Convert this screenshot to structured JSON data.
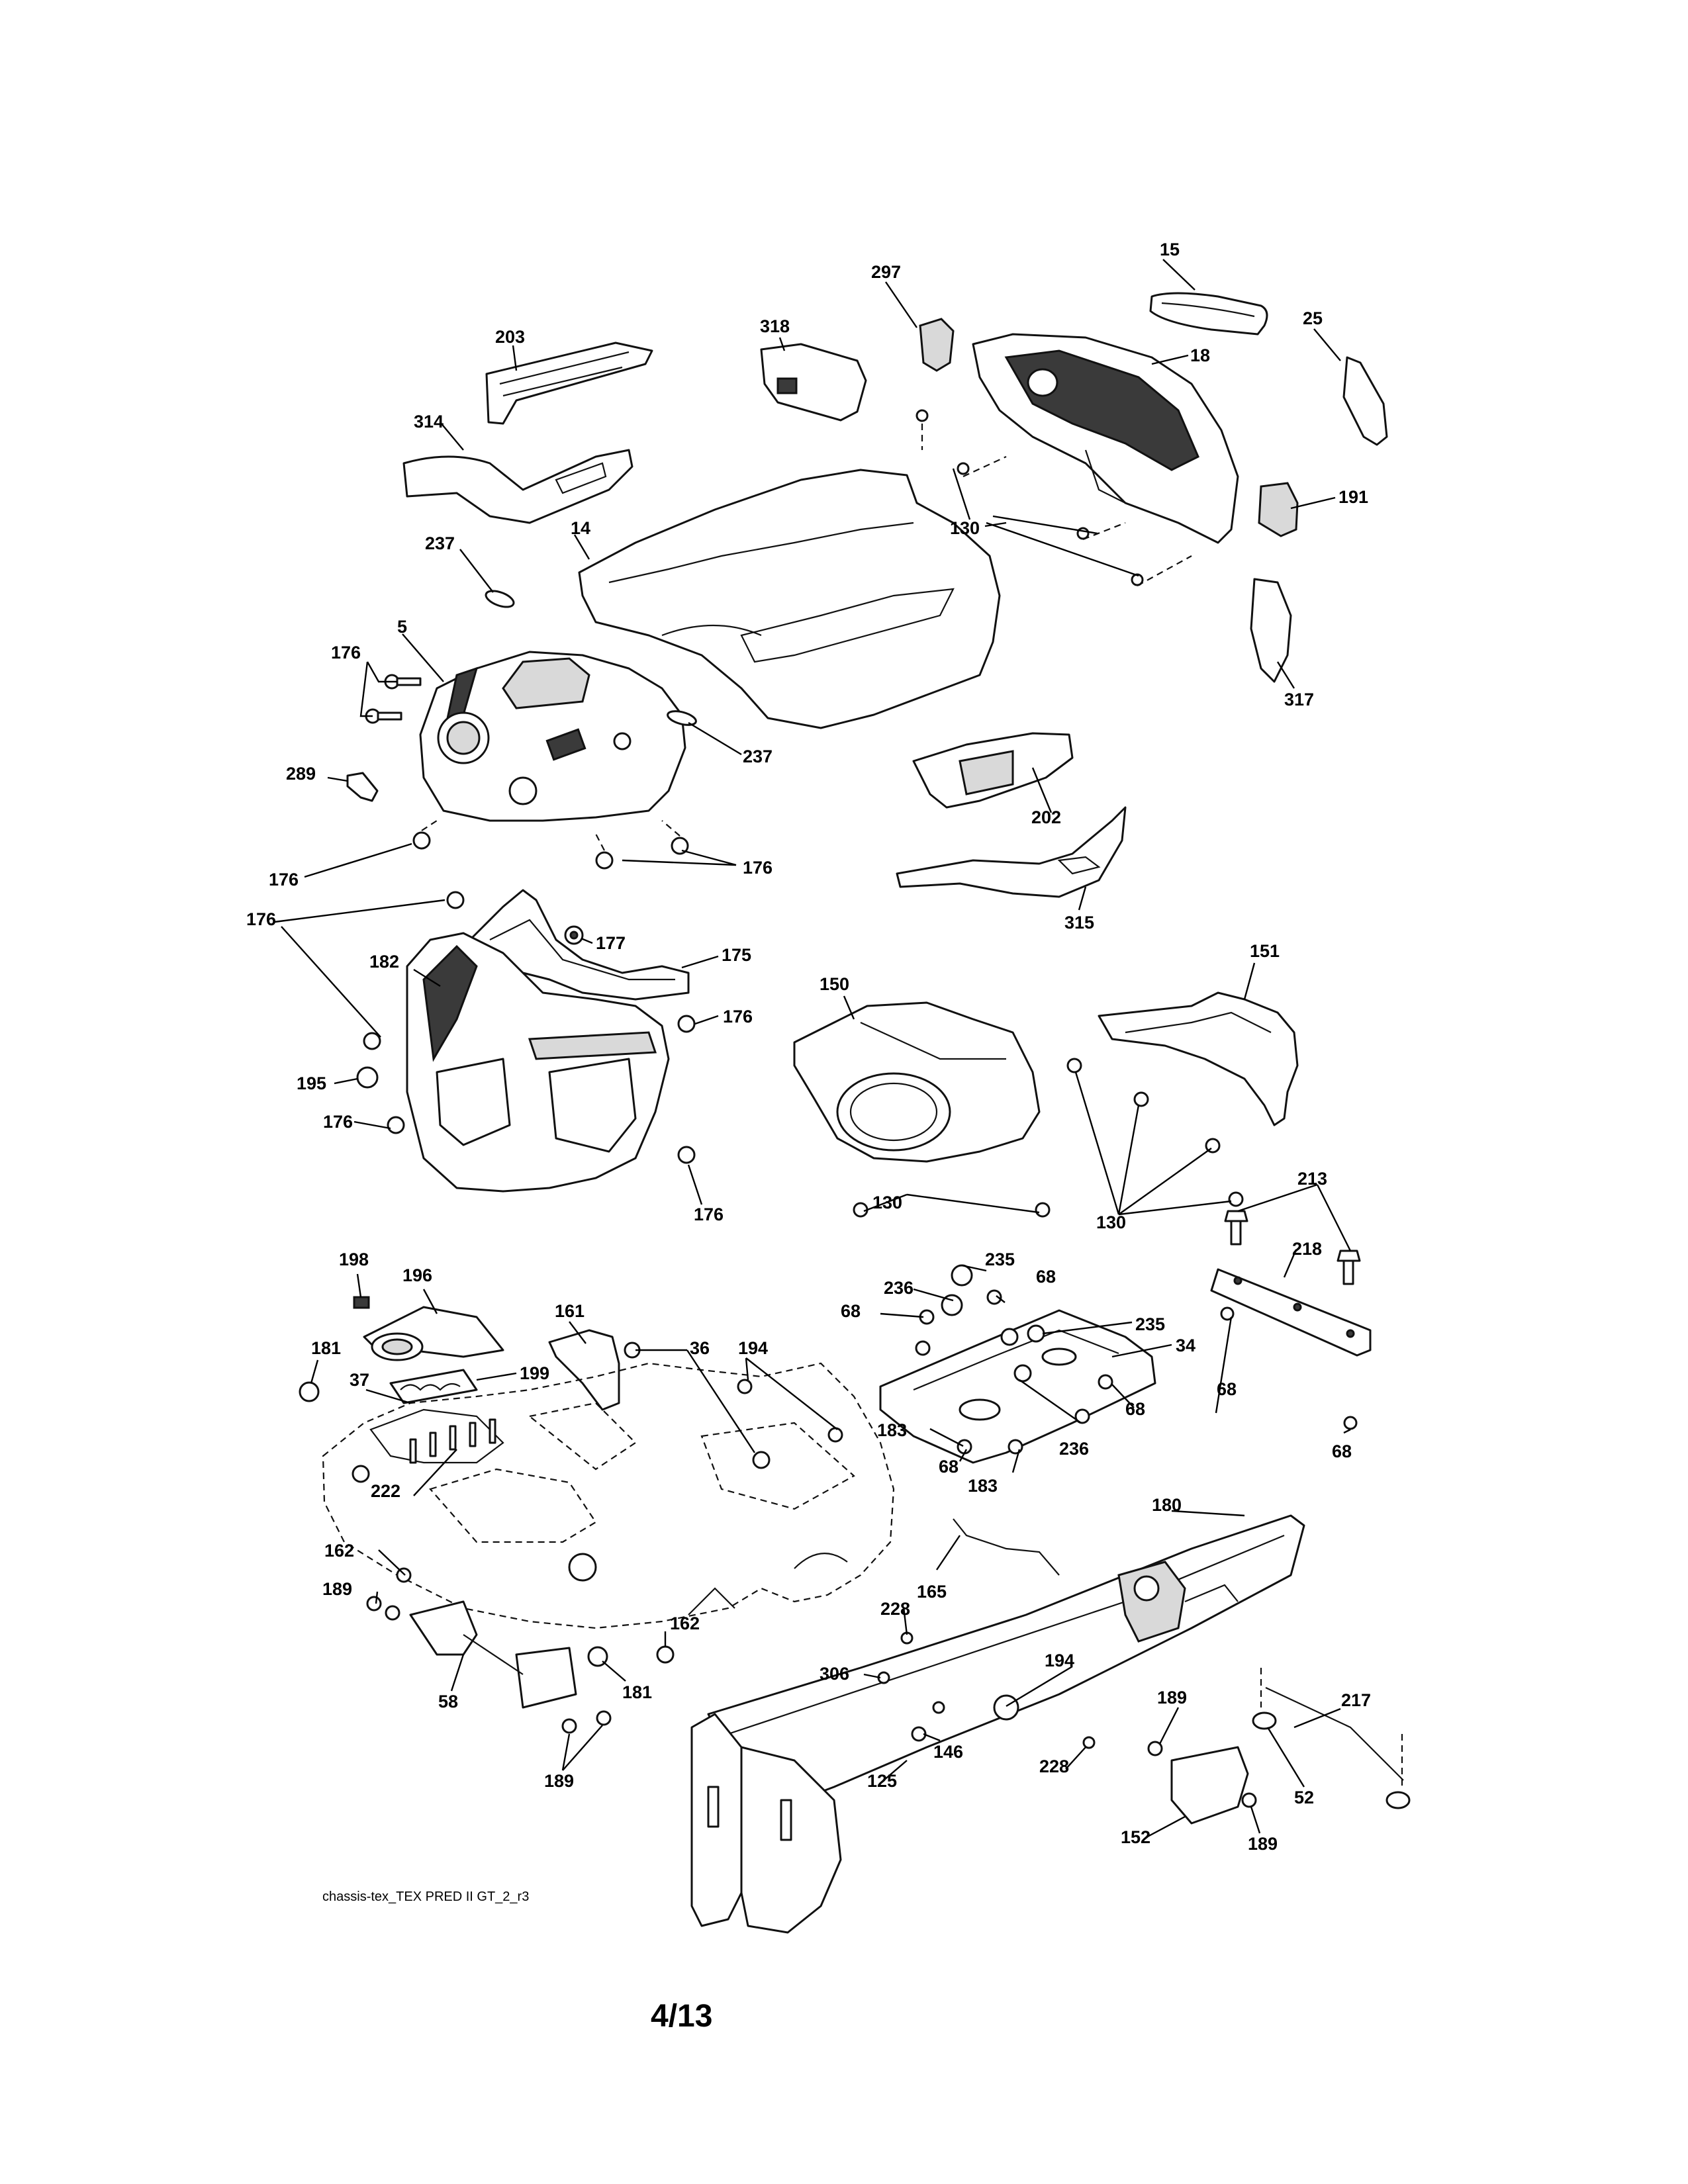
{
  "diagram": {
    "callouts": {
      "c15": "15",
      "c297": "297",
      "c25": "25",
      "c318": "318",
      "c203": "203",
      "c18": "18",
      "c314": "314",
      "c191": "191",
      "c130a": "130",
      "c237a": "237",
      "c14": "14",
      "c317": "317",
      "c176a": "176",
      "c5": "5",
      "c237b": "237",
      "c289": "289",
      "c202": "202",
      "c176b": "176",
      "c176c": "176",
      "c315": "315",
      "c176d": "176",
      "c177": "177",
      "c175": "175",
      "c151": "151",
      "c182": "182",
      "c150": "150",
      "c176e": "176",
      "c195": "195",
      "c176f": "176",
      "c130b": "130",
      "c130c": "130",
      "c176g": "176",
      "c213": "213",
      "c198": "198",
      "c196": "196",
      "c235a": "235",
      "c218": "218",
      "c236a": "236",
      "c68a": "68",
      "c161": "161",
      "c68b": "68",
      "c235b": "235",
      "c34": "34",
      "c181a": "181",
      "c36": "36",
      "c194a": "194",
      "c68c": "68",
      "c37": "37",
      "c199": "199",
      "c68d": "68",
      "c183a": "183",
      "c68e": "68",
      "c236b": "236",
      "c68f": "68",
      "c222": "222",
      "c183b": "183",
      "c180": "180",
      "c162a": "162",
      "c165": "165",
      "c189a": "189",
      "c228a": "228",
      "c162b": "162",
      "c194b": "194",
      "c306": "306",
      "c217": "217",
      "c58": "58",
      "c181b": "181",
      "c189b": "189",
      "c146": "146",
      "c125": "125",
      "c228b": "228",
      "c52": "52",
      "c189c": "189",
      "c152": "152",
      "c189d": "189"
    },
    "caption": "chassis-tex_TEX PRED II GT_2_r3"
  },
  "page_number": "4/13"
}
